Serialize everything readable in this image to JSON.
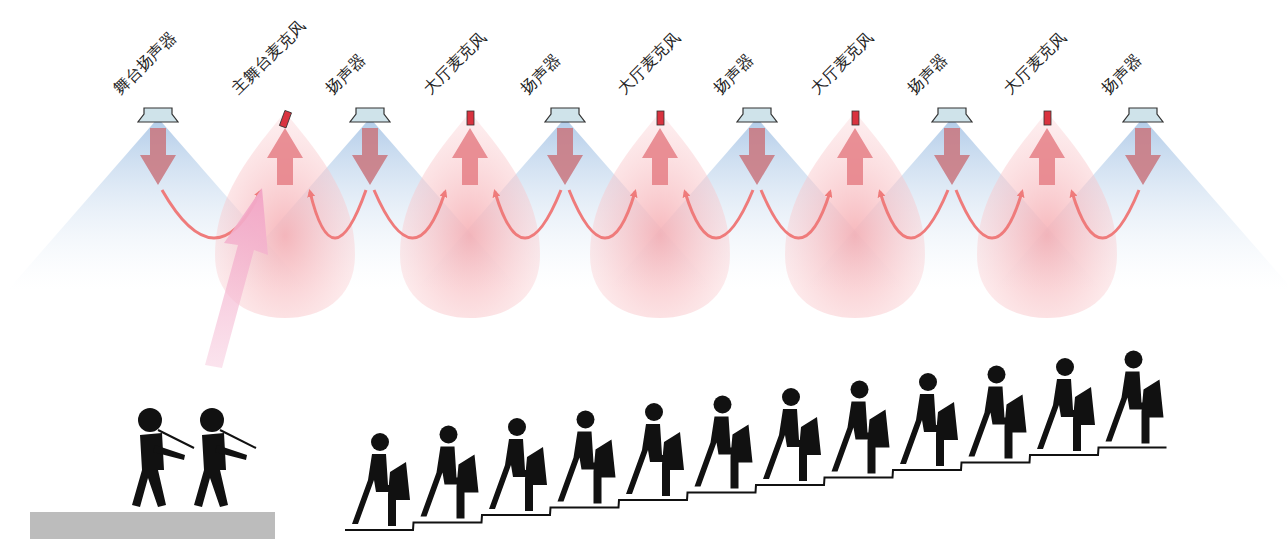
{
  "diagram": {
    "labels": [
      "舞台扬声器",
      "主舞台麦克风",
      "扬声器",
      "大厅麦克风",
      "扬声器",
      "大厅麦克风",
      "扬声器",
      "大厅麦克风",
      "扬声器",
      "大厅麦克风",
      "扬声器"
    ]
  }
}
